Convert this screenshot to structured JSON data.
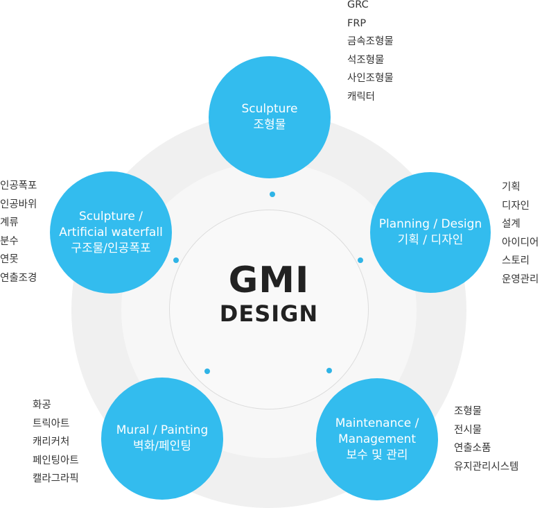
{
  "center": {
    "line1": "GMI",
    "line2": "DESIGN"
  },
  "nodes": [
    {
      "id": "sculpture",
      "label_en": "Sculpture",
      "label_ko": "조형물",
      "items": [
        "GRC",
        "FRP",
        "금속조형물",
        "석조형물",
        "사인조형물",
        "캐릭터"
      ]
    },
    {
      "id": "planning-design",
      "label_en": "Planning / Design",
      "label_ko": "기획 / 디자인",
      "items": [
        "기획",
        "디자인",
        "설계",
        "아이디어",
        "스토리",
        "운영관리"
      ]
    },
    {
      "id": "maintenance-management",
      "label_en_1": "Maintenance /",
      "label_en_2": "Management",
      "label_ko": "보수 및 관리",
      "items": [
        "조형물",
        "전시물",
        "연출소품",
        "유지관리시스템"
      ]
    },
    {
      "id": "mural-painting",
      "label_en": "Mural / Painting",
      "label_ko": "벽화/페인팅",
      "items": [
        "화공",
        "트릭아트",
        "캐리커처",
        "페인팅아트",
        "캘라그라픽"
      ]
    },
    {
      "id": "sculpture-waterfall",
      "label_en_1": "Sculpture /",
      "label_en_2": "Artificial waterfall",
      "label_ko": "구조물/인공폭포",
      "items": [
        "인공폭포",
        "인공바위",
        "계류",
        "분수",
        "연못",
        "연출조경"
      ]
    }
  ],
  "colors": {
    "node_fill": "#33bcee",
    "dot": "#2fb4e6",
    "ring_outer": "#f0f0f0",
    "ring_mid": "#f7f7f7",
    "title": "#222222"
  }
}
